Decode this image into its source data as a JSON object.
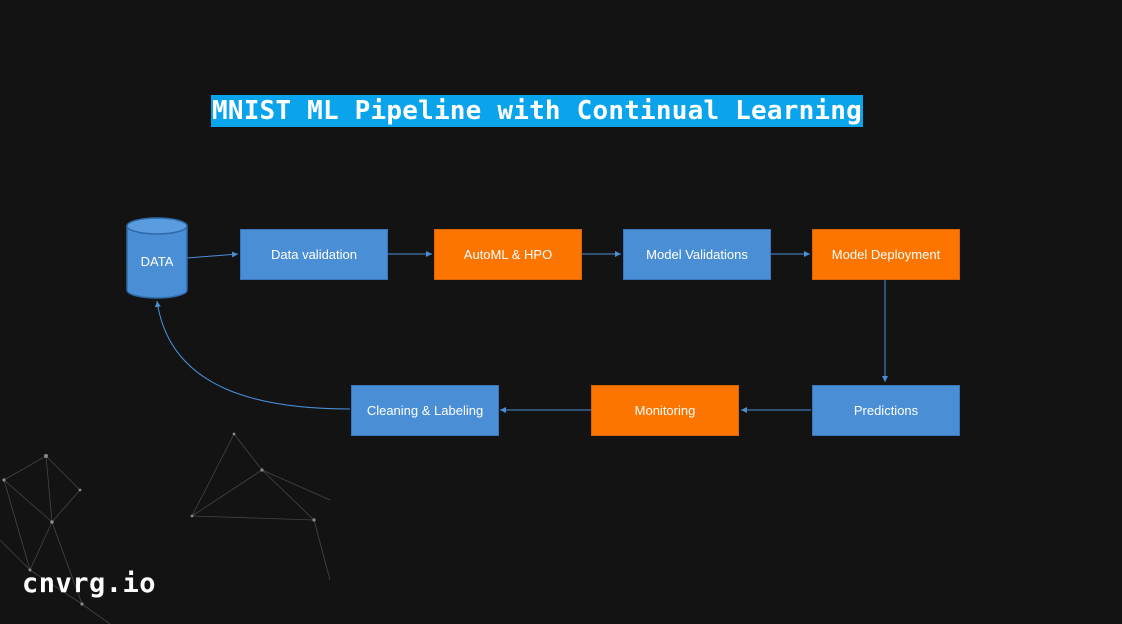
{
  "title": "MNIST ML Pipeline with Continual Learning",
  "logo": "cnvrg.io",
  "colors": {
    "background": "#141314",
    "title_highlight": "#0aa4ec",
    "node_blue": "#4a8fd6",
    "node_orange": "#fb7500",
    "connector": "#4a8fd6"
  },
  "nodes": {
    "data": "DATA",
    "data_validation": "Data validation",
    "automl_hpo": "AutoML & HPO",
    "model_validations": "Model Validations",
    "model_deployment": "Model Deployment",
    "predictions": "Predictions",
    "monitoring": "Monitoring",
    "cleaning_labeling": "Cleaning & Labeling"
  },
  "flow": [
    [
      "DATA",
      "Data validation"
    ],
    [
      "Data validation",
      "AutoML & HPO"
    ],
    [
      "AutoML & HPO",
      "Model Validations"
    ],
    [
      "Model Validations",
      "Model Deployment"
    ],
    [
      "Model Deployment",
      "Predictions"
    ],
    [
      "Predictions",
      "Monitoring"
    ],
    [
      "Monitoring",
      "Cleaning & Labeling"
    ],
    [
      "Cleaning & Labeling",
      "DATA"
    ]
  ]
}
